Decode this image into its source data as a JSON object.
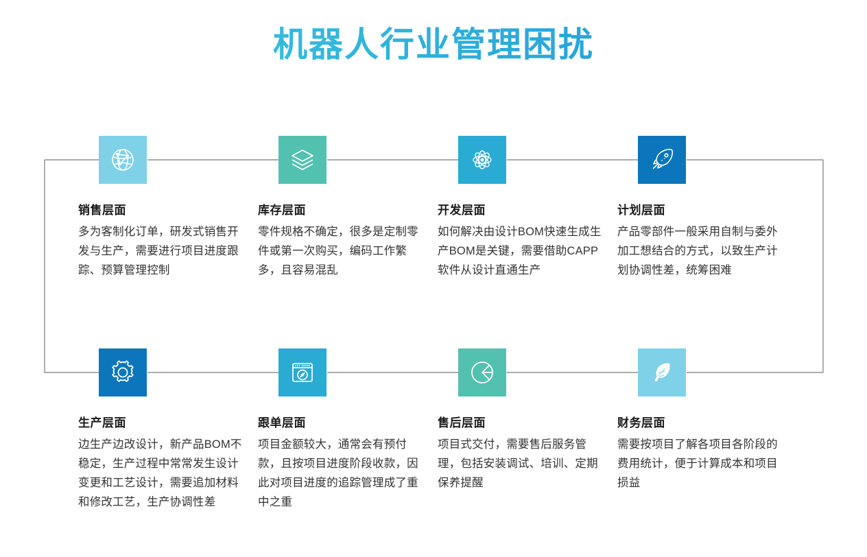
{
  "header": {
    "title": "机器人行业管理困扰",
    "title_gradient_from": "#3FC7DE",
    "title_gradient_to": "#1D8FD6"
  },
  "theme": {
    "connector_color": "#7a7a7a",
    "title_color": "#29A9DC",
    "heading_color": "#1a1a1a",
    "body_color": "#333333"
  },
  "cards": [
    {
      "id": "sales",
      "icon": "globe-network-icon",
      "color": "#7FD1E8",
      "title": "销售层面",
      "body": "多为客制化订单，研发式销售开发与生产，需要进行项目进度跟踪、预算管理控制"
    },
    {
      "id": "inventory",
      "icon": "layers-stack-icon",
      "color": "#52C1B0",
      "title": "库存层面",
      "body": "零件规格不确定，很多是定制零件或第一次购买，编码工作繁多，且容易混乱"
    },
    {
      "id": "development",
      "icon": "atom-icon",
      "color": "#29ABD4",
      "title": "开发层面",
      "body": "如何解决由设计BOM快速生成生产BOM是关键，需要借助CAPP软件从设计直通生产"
    },
    {
      "id": "planning",
      "icon": "rocket-icon",
      "color": "#0B76BC",
      "title": "计划层面",
      "body": "产品零部件一般采用自制与委外加工想结合的方式，以致生产计划协调性差，统筹困难"
    },
    {
      "id": "production",
      "icon": "gear-icon",
      "color": "#0B76BC",
      "title": "生产层面",
      "body": "边生产边改设计，新产品BOM不稳定，生产过程中常常发生设计变更和工艺设计，需要追加材料和修改工艺，生产协调性差"
    },
    {
      "id": "order-tracking",
      "icon": "browser-compass-icon",
      "color": "#29ABD4",
      "title": "跟单层面",
      "body": "项目金额较大，通常会有预付款，且按项目进度阶段收款，因此对项目进度的追踪管理成了重中之重"
    },
    {
      "id": "after-sales",
      "icon": "pie-chart-icon",
      "color": "#52C1B0",
      "title": "售后层面",
      "body": "项目式交付，需要售后服务管理，包括安装调试、培训、定期保养提醒"
    },
    {
      "id": "finance",
      "icon": "feather-icon",
      "color": "#7FD1E8",
      "title": "财务层面",
      "body": "需要按项目了解各项目各阶段的费用统计，便于计算成本和项目损益"
    }
  ]
}
